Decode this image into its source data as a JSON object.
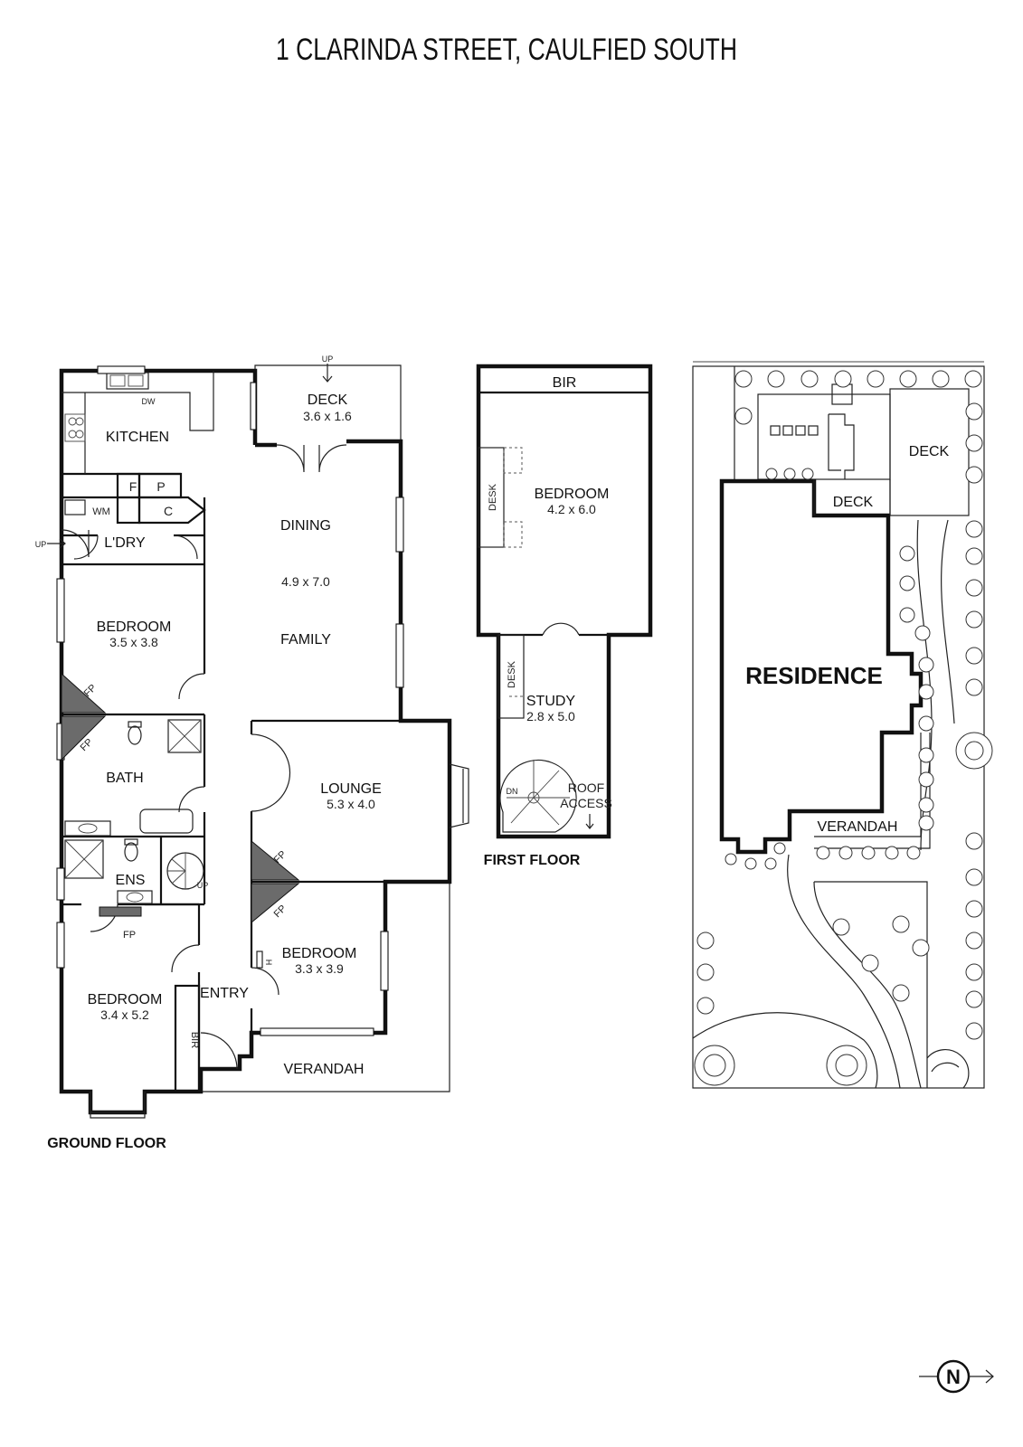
{
  "title": "1 CLARINDA STREET, CAULFIED SOUTH",
  "ground_floor": {
    "label": "GROUND FLOOR",
    "rooms": {
      "kitchen": "KITCHEN",
      "dw": "DW",
      "f": "F",
      "p": "P",
      "c": "C",
      "wm": "WM",
      "laundry": "L'DRY",
      "up_laundry": "UP",
      "deck": "DECK",
      "deck_size": "3.6 x 1.6",
      "deck_up": "UP",
      "dining": "DINING",
      "dining_size": "4.9 x 7.0",
      "family": "FAMILY",
      "bedroom1": "BEDROOM",
      "bedroom1_size": "3.5 x 3.8",
      "fp_bed1": "FP",
      "fp_bath": "FP",
      "bath": "BATH",
      "lounge": "LOUNGE",
      "lounge_size": "5.3 x 4.0",
      "fp_lounge": "FP",
      "fp_bed3": "FP",
      "ens": "ENS",
      "stair_up": "UP",
      "fp_ens": "FP",
      "bedroom2": "BEDROOM",
      "bedroom2_size": "3.4 x 5.2",
      "bir": "BIR",
      "entry": "ENTRY",
      "bedroom3": "BEDROOM",
      "bedroom3_size": "3.3 x 3.9",
      "h": "H",
      "verandah": "VERANDAH"
    }
  },
  "first_floor": {
    "label": "FIRST FLOOR",
    "rooms": {
      "bir": "BIR",
      "bedroom": "BEDROOM",
      "bedroom_size": "4.2 x 6.0",
      "desk1": "DESK",
      "desk2": "DESK",
      "study": "STUDY",
      "study_size": "2.8 x 5.0",
      "dn": "DN",
      "roof_access_1": "ROOF",
      "roof_access_2": "ACCESS"
    }
  },
  "site_plan": {
    "deck_right": "DECK",
    "deck_bottom": "DECK",
    "residence": "RESIDENCE",
    "verandah": "VERANDAH"
  },
  "compass": {
    "letter": "N"
  }
}
